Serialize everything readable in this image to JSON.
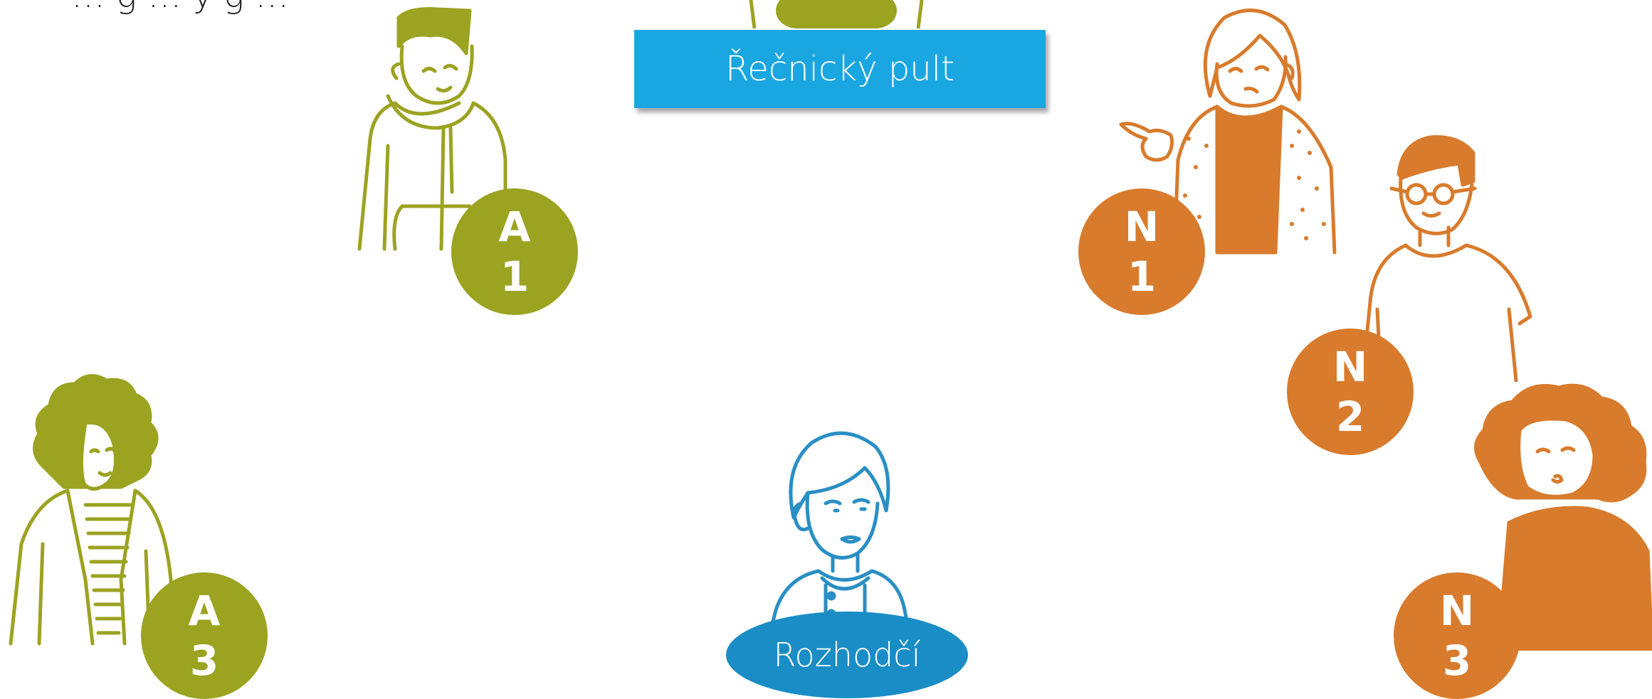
{
  "top_text": "… g … y g …",
  "podium": {
    "label": "Řečnický pult"
  },
  "judge": {
    "label": "Rozhodčí"
  },
  "colors": {
    "affirmative": "#9ba321",
    "negative": "#d87b2d",
    "podium": "#1aa6e1",
    "judge": "#1a8dc6",
    "judge_line": "#2a8fc4"
  },
  "badges": {
    "a1": {
      "letter": "A",
      "number": "1"
    },
    "a3": {
      "letter": "A",
      "number": "3"
    },
    "n1": {
      "letter": "N",
      "number": "1"
    },
    "n2": {
      "letter": "N",
      "number": "2"
    },
    "n3": {
      "letter": "N",
      "number": "3"
    }
  }
}
